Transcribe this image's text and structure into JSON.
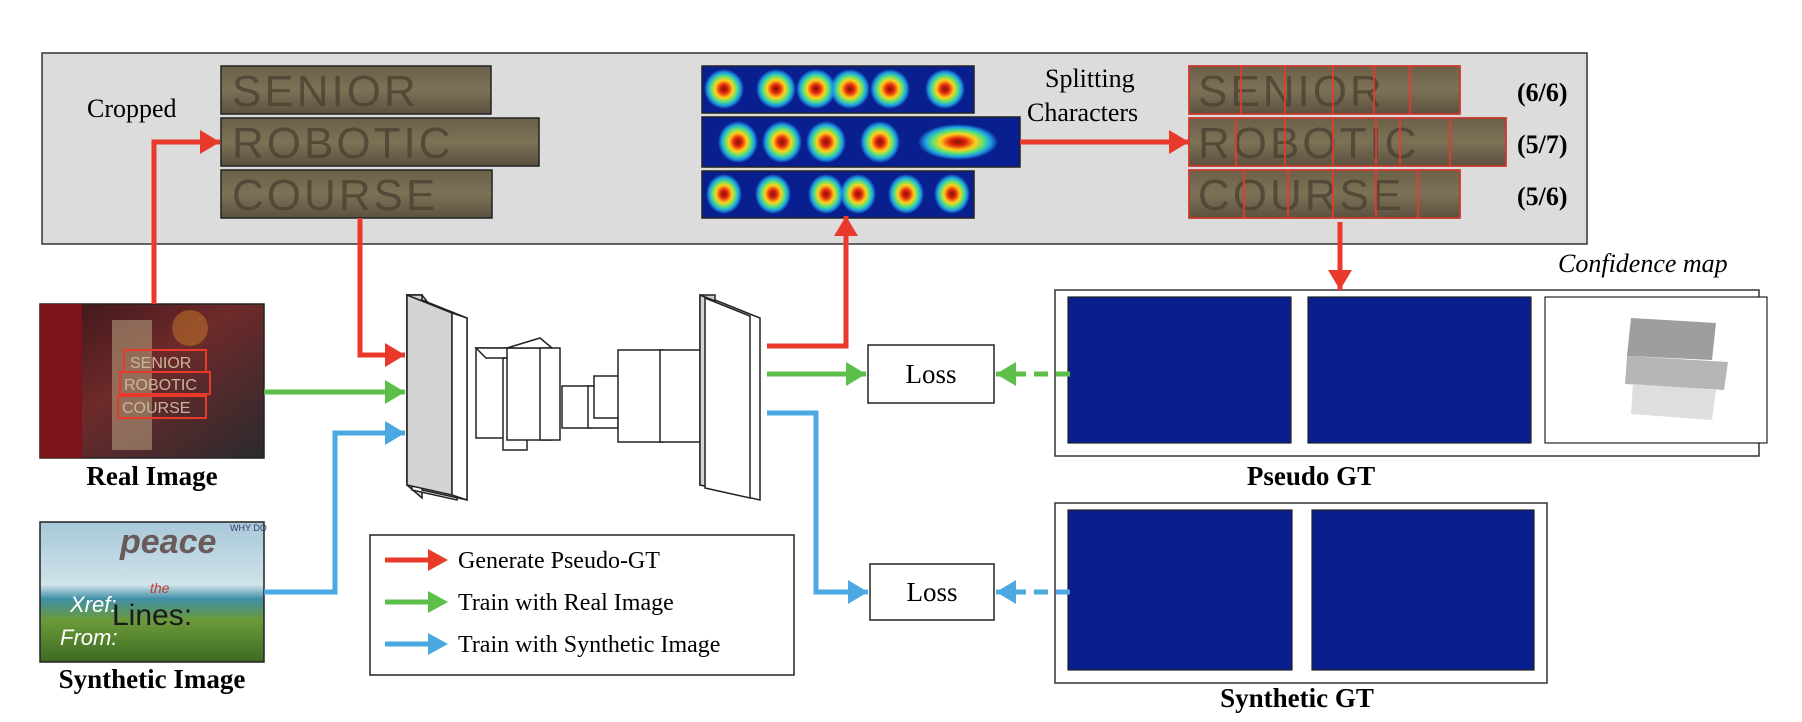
{
  "labels": {
    "cropped": "Cropped",
    "splitting_line1": "Splitting",
    "splitting_line2": "Characters",
    "confidence_map": "Confidence map",
    "real_image": "Real  Image",
    "synthetic_image": "Synthetic Image",
    "pseudo_gt": "Pseudo GT",
    "synthetic_gt": "Synthetic GT",
    "loss_top": "Loss",
    "loss_bottom": "Loss"
  },
  "crop_words": [
    "SENIOR",
    "ROBOTIC",
    "COURSE"
  ],
  "split_words": [
    "SENIOR",
    "ROBOTIC",
    "COURSE"
  ],
  "scores": [
    "(6/6)",
    "(5/7)",
    "(5/6)"
  ],
  "synthetic_scene_text": {
    "word_peace": "peace",
    "word_lines": "Lines:",
    "word_xref": "Xref:",
    "word_from": "From:",
    "word_the": "the",
    "word_why": "WHY DO"
  },
  "legend": [
    {
      "label": "Generate Pseudo-GT",
      "color": "#e8392b"
    },
    {
      "label": "Train with Real Image",
      "color": "#5cbf4a"
    },
    {
      "label": "Train with Synthetic Image",
      "color": "#4ba8e0"
    }
  ],
  "colors": {
    "red": "#e8392b",
    "green": "#5cbf4a",
    "blue": "#4ba8e0",
    "panel_gray": "#dcdcdc",
    "heatmap_bg": "#0a1f8f"
  }
}
